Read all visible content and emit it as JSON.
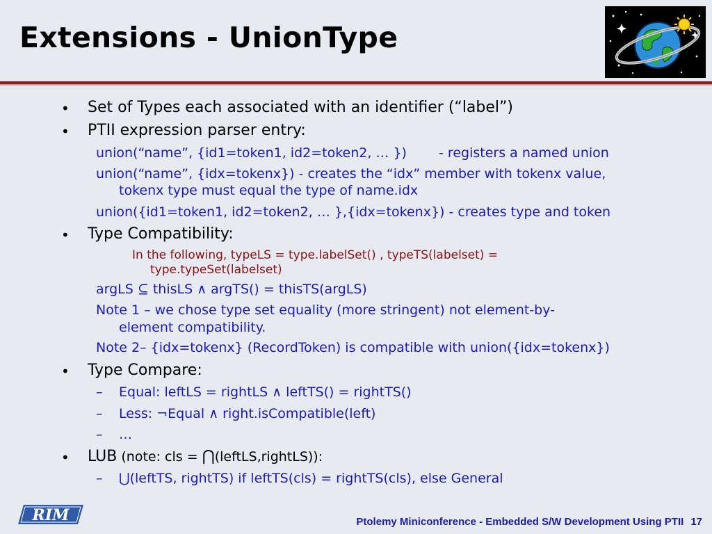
{
  "slide": {
    "title": "Extensions - UnionType",
    "bullets": {
      "b1": "Set of Types each associated with an identifier (“label”)",
      "b2": "PTII expression parser entry:",
      "b2_sub1_code": "union(“name”, {id1=token1, id2=token2, … })",
      "b2_sub1_desc": "- registers a named union",
      "b2_sub2_line1": "union(“name”, {idx=tokenx})   - creates the “idx” member with tokenx value,",
      "b2_sub2_line2": "tokenx  type must equal the type of name.idx",
      "b2_sub3": "union({id1=token1, id2=token2, … },{idx=tokenx})  - creates type and token",
      "b3": "Type Compatibility:",
      "b3_note_line1": "In the following, typeLS = type.labelSet() , typeTS(labelset) =",
      "b3_note_line2": "type.typeSet(labelset)",
      "b3_sub1_a": "argLS ",
      "b3_sub1_subset": "⊆",
      "b3_sub1_b": " thisLS  ",
      "b3_sub1_and": "∧",
      "b3_sub1_c": "  argTS() = thisTS(argLS)",
      "b3_sub2_line1": "Note 1 – we chose type set equality (more stringent) not element-by-",
      "b3_sub2_line2": "element compatibility.",
      "b3_sub3": "Note 2– {idx=tokenx} (RecordToken) is compatible with union({idx=tokenx})",
      "b4": "Type Compare:",
      "b4_sub1_a": "Equal:  leftLS = rightLS ",
      "b4_sub1_and": "∧",
      "b4_sub1_b": " leftTS() = rightTS()",
      "b4_sub2_a": "Less:  ",
      "b4_sub2_not": "¬",
      "b4_sub2_b": "Equal ",
      "b4_sub2_and": "∧",
      "b4_sub2_c": " right.isCompatible(left)",
      "b4_sub3": "…",
      "b5_a": "LUB",
      "b5_b": "  (note: cls = ",
      "b5_cap": "⋂",
      "b5_c": "(leftLS,rightLS)):",
      "b5_sub1_cup": "⋃",
      "b5_sub1_b": "(leftTS, rightTS) if leftTS(cls) = rightTS(cls), else General"
    },
    "footer": {
      "text": "Ptolemy Miniconference - Embedded S/W Development Using PTII",
      "page": "17"
    },
    "logos": {
      "top_right": "globe-clipart-icon",
      "bottom_left": "rim-logo-icon",
      "bottom_left_text": "RIM"
    },
    "colors": {
      "accent_rule": "#8b1a1a",
      "sub_text": "#1a1ab8",
      "note_text": "#8b1010",
      "footer_text": "#1b1baa"
    }
  }
}
